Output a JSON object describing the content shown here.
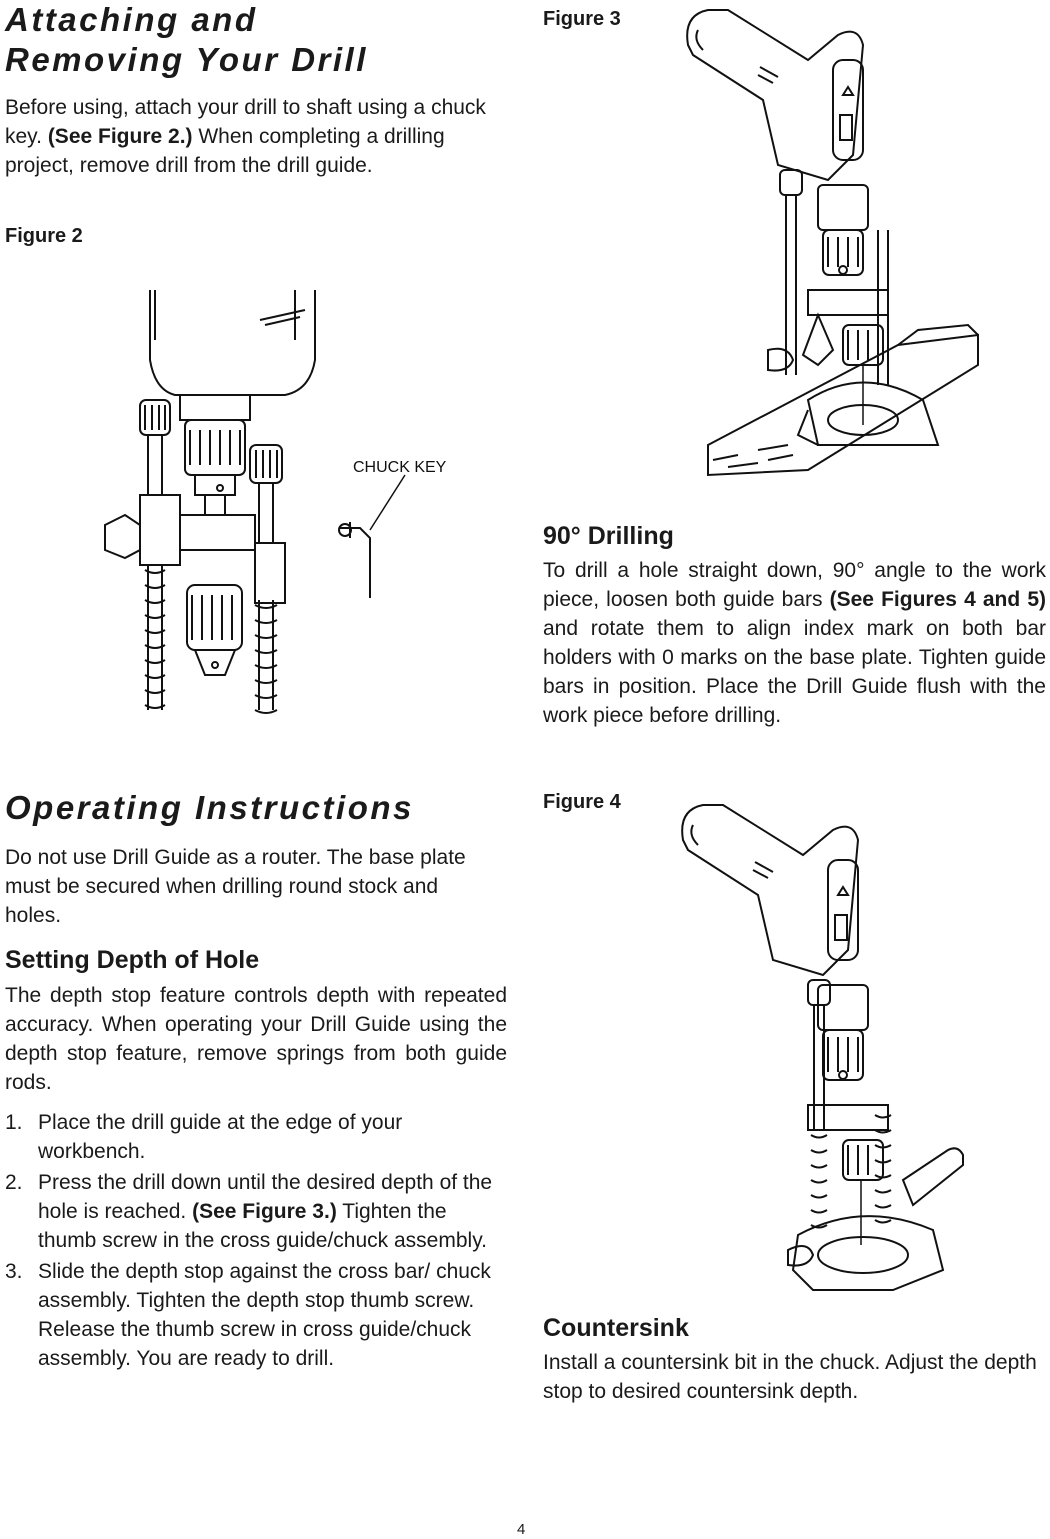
{
  "left": {
    "section1_title_line1": "Attaching and",
    "section1_title_line2": "Removing Your Drill",
    "section1_body_pre": "Before using, attach your drill to shaft using a chuck key.",
    "section1_body_ref": "(See Figure 2.)",
    "section1_body_post": "When completing a drilling project, remove drill from the drill guide.",
    "figure2_label": "Figure 2",
    "figure2_callout": "CHUCK KEY",
    "section2_title": "Operating Instructions",
    "section2_body": "Do not use Drill Guide as a router. The base plate must be secured when drilling round stock and holes.",
    "section3_title": "Setting Depth of Hole",
    "section3_body": "The depth stop feature controls depth with repeated accuracy. When operating your Drill Guide using the depth stop feature, remove springs from both guide rods.",
    "steps": [
      {
        "num": "1.",
        "pre": "Place the drill guide at the edge of your workbench.",
        "ref": "",
        "post": ""
      },
      {
        "num": "2.",
        "pre": "Press the drill down until the desired depth of the hole is reached.",
        "ref": "(See Figure 3.)",
        "post": "Tighten the thumb screw in the cross guide/chuck assembly."
      },
      {
        "num": "3.",
        "pre": "Slide the depth stop against the cross bar/ chuck assembly. Tighten the depth stop thumb screw. Release the thumb screw in cross guide/chuck assembly. You are ready to drill.",
        "ref": "",
        "post": ""
      }
    ]
  },
  "right": {
    "figure3_label": "Figure 3",
    "section4_title": "90° Drilling",
    "section4_body_pre": "To drill a hole straight down, 90° angle to the work piece, loosen both guide bars",
    "section4_body_ref": "(See Figures 4 and 5)",
    "section4_body_post": "and rotate them to align index mark on both bar holders with 0 marks on the base plate. Tighten guide bars in position. Place the Drill Guide flush with the work piece before drilling.",
    "figure4_label": "Figure 4",
    "section5_title": "Countersink",
    "section5_body": "Install a countersink bit in the chuck. Adjust the depth stop to desired countersink depth."
  },
  "footer": {
    "page_number": "4"
  },
  "illustrations": {
    "figure2": "drill-chuck-guide-rods-and-chuck-key",
    "figure3": "drill-on-guide-clamped-over-wood-plank",
    "figure4": "drill-on-guide-with-springs-on-rods"
  }
}
